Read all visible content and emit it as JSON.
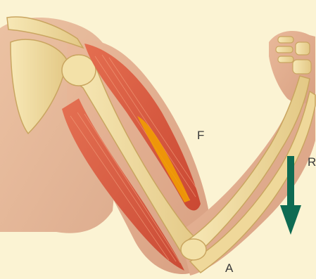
{
  "labels": {
    "force": "F",
    "resistance": "R",
    "axis": "A"
  },
  "colors": {
    "background": "#fbf3d3",
    "skin": "#e8b999",
    "bone": "#f0dca0",
    "muscle": "#d9573c",
    "tendon_highlight": "#f2a100",
    "arrow": "#0e6b52"
  }
}
